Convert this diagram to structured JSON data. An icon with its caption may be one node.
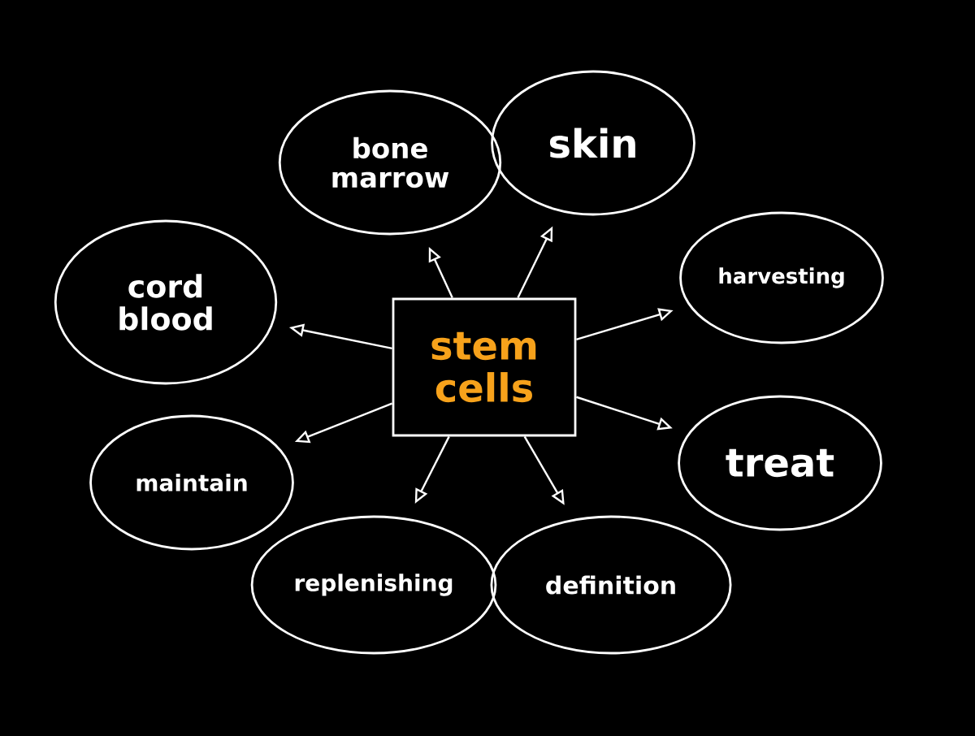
{
  "diagram": {
    "nodes": [
      {
        "text": [
          "stem cells"
        ]
      },
      {
        "text": [
          "bone marrow"
        ]
      },
      {
        "text": [
          "skin"
        ]
      },
      {
        "text": [
          "cord blood"
        ]
      },
      {
        "text": [
          "harvesting"
        ]
      },
      {
        "text": [
          "maintain"
        ]
      },
      {
        "text": [
          "treat"
        ]
      },
      {
        "text": [
          "replenishing"
        ]
      },
      {
        "text": [
          "definition"
        ]
      }
    ],
    "edges": [
      {
        "from": 0,
        "to": 1,
        "arrow": "to"
      },
      {
        "from": 0,
        "to": 2,
        "arrow": "to"
      },
      {
        "from": 0,
        "to": 3,
        "arrow": "to"
      },
      {
        "from": 0,
        "to": 4,
        "arrow": "to"
      },
      {
        "from": 0,
        "to": 5,
        "arrow": "to"
      },
      {
        "from": 0,
        "to": 6,
        "arrow": "to"
      },
      {
        "from": 0,
        "to": 7,
        "arrow": "to"
      },
      {
        "from": 0,
        "to": 8,
        "arrow": "to"
      }
    ]
  }
}
